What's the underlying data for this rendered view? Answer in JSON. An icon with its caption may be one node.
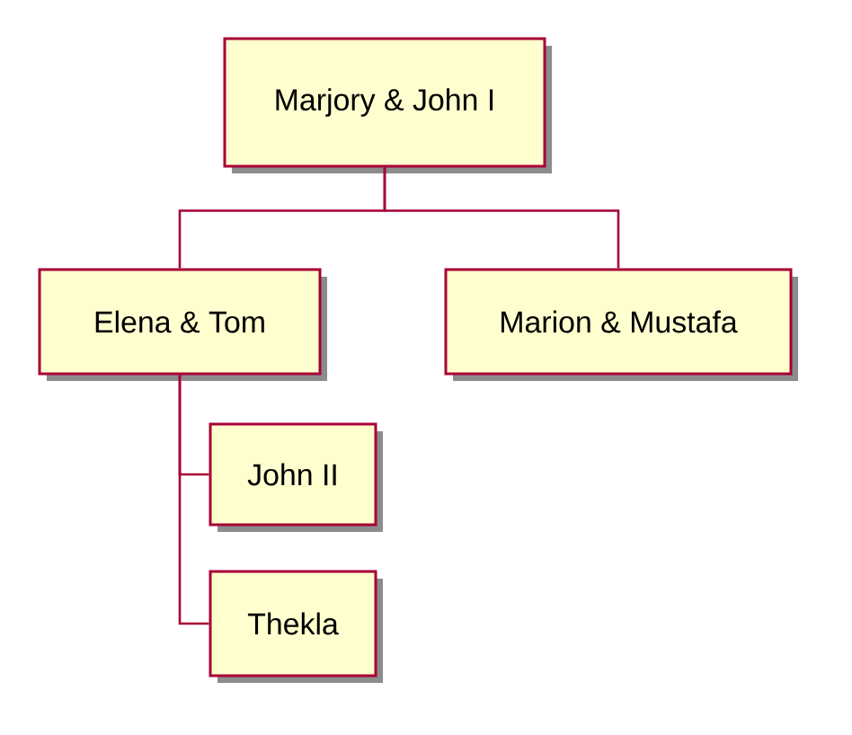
{
  "diagram": {
    "nodes": [
      {
        "text": [
          "Marjory & John I"
        ]
      },
      {
        "text": [
          "Elena & Tom"
        ]
      },
      {
        "text": [
          "Marion & Mustafa"
        ]
      },
      {
        "text": [
          "John II"
        ]
      },
      {
        "text": [
          "Thekla"
        ]
      }
    ],
    "edges": [
      {
        "from": 0,
        "to": 1,
        "arrow": "none"
      },
      {
        "from": 0,
        "to": 2,
        "arrow": "none"
      },
      {
        "from": 1,
        "to": 3,
        "arrow": "none"
      },
      {
        "from": 1,
        "to": 4,
        "arrow": "none"
      }
    ]
  }
}
